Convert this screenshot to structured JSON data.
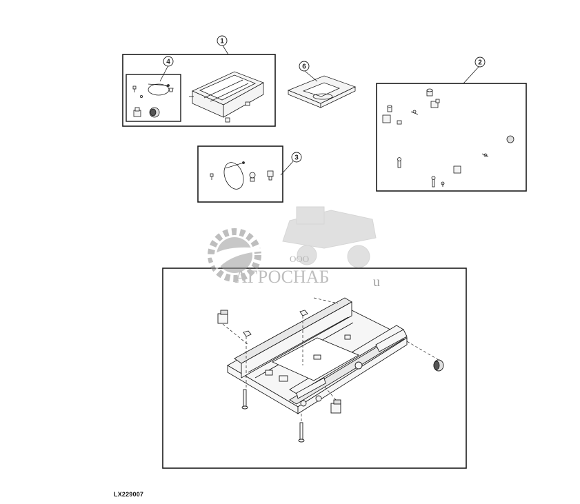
{
  "callouts": [
    "1",
    "2",
    "3",
    "4",
    "6"
  ],
  "figure_id": "LX229007",
  "watermark": {
    "prefix": "ООО",
    "name": "АГРОСНАБ",
    "suffix": "u"
  },
  "colors": {
    "line": "#1a1a1a",
    "part_fill": "#f4f4f4",
    "watermark": "#9a9a9a"
  }
}
